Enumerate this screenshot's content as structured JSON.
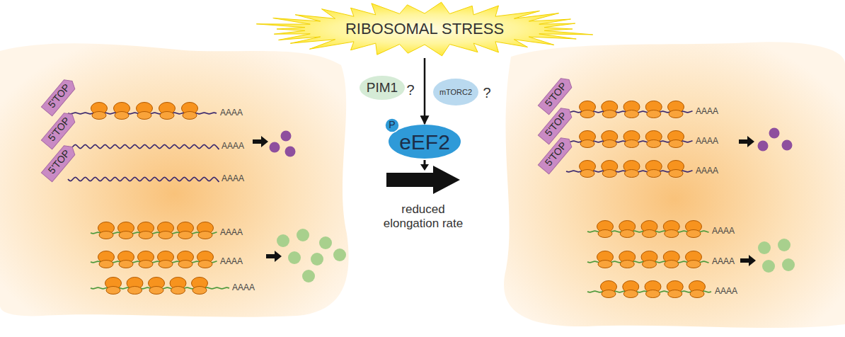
{
  "diagram": {
    "nodes": [
      {
        "text": [
          "RIBOSOMAL STRESS"
        ]
      },
      {
        "text": [
          "5'TOP"
        ]
      },
      {
        "text": [
          "5'TOP"
        ]
      },
      {
        "text": [
          "5'TOP"
        ]
      },
      {
        "text": [
          "PIM1"
        ]
      },
      {
        "text": [
          "mTORC2"
        ]
      },
      {
        "text": [
          "eEF2"
        ]
      },
      {
        "text": [
          "P"
        ],
        "in": 6
      },
      {
        "text": [
          "5'TOP"
        ]
      },
      {
        "text": [
          "5'TOP"
        ]
      },
      {
        "text": [
          "5'TOP"
        ]
      }
    ],
    "edges": [
      {
        "from": 0,
        "to": 6,
        "arrow": "to"
      }
    ],
    "labels": [
      "?",
      "?",
      "reduced elongation rate",
      "AAAA",
      "AAAA",
      "AAAA",
      "AAAA",
      "AAAA",
      "AAAA",
      "AAAA",
      "AAAA",
      "AAAA",
      "AAAA",
      "AAAA",
      "AAAA"
    ]
  }
}
